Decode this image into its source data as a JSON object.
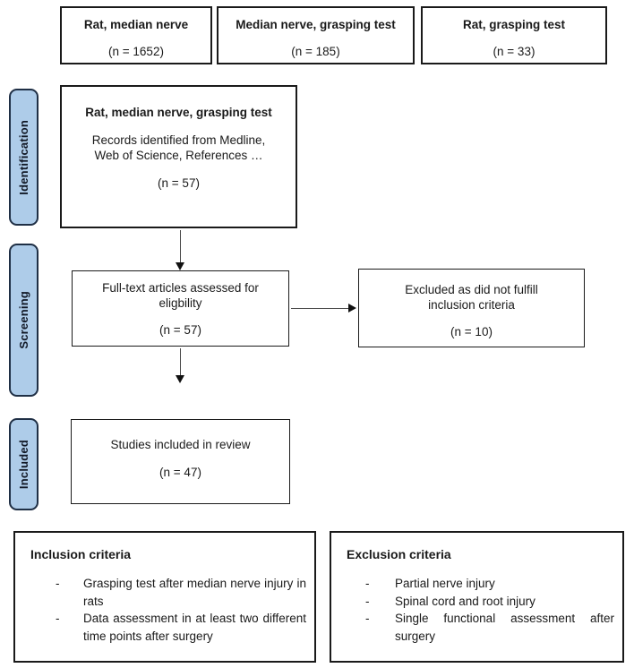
{
  "colors": {
    "background": "#ffffff",
    "text": "#1a1a1a",
    "box_border": "#1a1a1a",
    "label_fill": "#aecce9",
    "label_border": "#1f2f45",
    "label_text": "#111826",
    "arrow_line": "#4a4a4a",
    "arrow_head": "#111111"
  },
  "top_boxes": [
    {
      "title": "Rat, median nerve",
      "n": "(n = 1652)"
    },
    {
      "title": "Median nerve, grasping test",
      "n": "(n = 185)"
    },
    {
      "title": "Rat, grasping test",
      "n": "(n = 33)"
    }
  ],
  "stage_labels": [
    {
      "label": "Identification"
    },
    {
      "label": "Screening"
    },
    {
      "label": "Included"
    }
  ],
  "flow": {
    "identification": {
      "title": "Rat, median nerve, grasping test",
      "line1": "Records identified from Medline,",
      "line2": "Web of Science, References …",
      "n": "(n = 57)"
    },
    "screening": {
      "line1": "Full-text articles assessed for",
      "line2": "eligbility",
      "n": "(n = 57)"
    },
    "excluded": {
      "line1": "Excluded as did not fulfill",
      "line2": "inclusion criteria",
      "n": "(n = 10)"
    },
    "included": {
      "line1": "Studies included in review",
      "n": "(n = 47)"
    }
  },
  "criteria": {
    "dash": "-",
    "inclusion": {
      "title": "Inclusion criteria",
      "items": [
        "Grasping test after median nerve injury in rats",
        "Data assessment in at least two different time points after surgery"
      ]
    },
    "exclusion": {
      "title": "Exclusion criteria",
      "items": [
        "Partial nerve injury",
        "Spinal cord and root injury",
        "Single functional assessment after surgery"
      ]
    }
  }
}
